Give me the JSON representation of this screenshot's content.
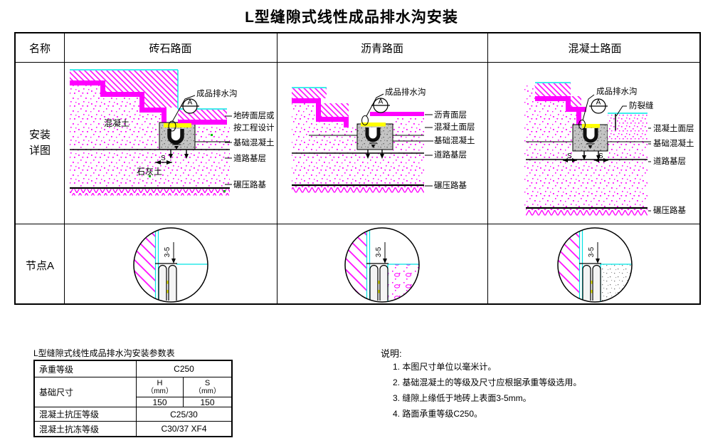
{
  "title": "L型缝隙式线性成品排水沟安装",
  "table": {
    "col_name": "名称",
    "columns": [
      "砖石路面",
      "沥青路面",
      "混凝土路面"
    ],
    "row_detail_line1": "安装",
    "row_detail_line2": "详图",
    "row_node": "节点A"
  },
  "common": {
    "drain": "成品排水沟",
    "section": "A",
    "dim_s": "S",
    "node_dim": "3-5"
  },
  "brick": {
    "inner_concrete": "混凝土",
    "inner_lime": "石灰土",
    "labels": [
      "地砖面层或",
      "按工程设计",
      "基础混凝土",
      "道路基层",
      "碾压路基"
    ]
  },
  "asphalt": {
    "labels": [
      "沥青面层",
      "混凝土面层",
      "基础混凝土",
      "道路基层",
      "碾压路基"
    ]
  },
  "concrete": {
    "crack": "防裂缝",
    "labels": [
      "混凝土面层",
      "基础混凝土",
      "道路基层",
      "碾压路基"
    ]
  },
  "param_table": {
    "title": "L型缝隙式线性成品排水沟安装参数表",
    "row1_label": "承重等级",
    "row1_value": "C250",
    "row2_label": "基础尺寸",
    "h_name": "H",
    "s_name": "S",
    "unit": "（mm）",
    "h_value": "150",
    "s_value": "150",
    "row3_label": "混凝土抗压等级",
    "row3_value": "C25/30",
    "row4_label": "混凝土抗冻等级",
    "row4_value": "C30/37 XF4"
  },
  "notes": {
    "heading": "说明:",
    "items": [
      "1. 本图尺寸单位以毫米计。",
      "2. 基础混凝土的等级及尺寸应根据承重等级选用。",
      "3. 缝隙上缘低于地砖上表面3-5mm。",
      "4. 路面承重等级C250。"
    ]
  },
  "colors": {
    "magenta": "#ff00ff",
    "cyan": "#00e5e5",
    "yellow": "#ffff00",
    "green": "#00c000"
  }
}
